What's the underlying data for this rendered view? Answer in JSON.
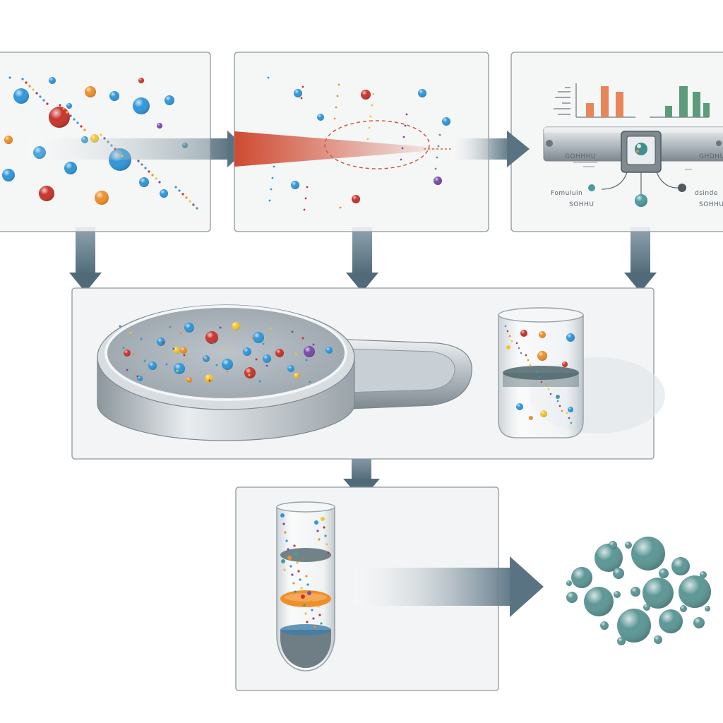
{
  "colors": {
    "panel_bg": "#f3f4f5",
    "panel_border": "#8e979e",
    "arrow_dark": "#5a7382",
    "arrow_light": "#e9eef1",
    "beam_red": "#cf4b32",
    "particle_blue": "#2f97d9",
    "particle_red": "#c8342c",
    "particle_orange": "#ee8f2a",
    "particle_yellow": "#f1c531",
    "particle_purple": "#7a4aa8",
    "particle_teal": "#4a9aa0",
    "cluster_teal": "#5c9796",
    "bar_orange": "#e8865a",
    "bar_green": "#5c9c7c",
    "metal_light": "#d8dde1",
    "metal_dark": "#8c969d"
  },
  "panels": {
    "particles": {
      "icon": "scattered-particles"
    },
    "beam": {
      "icon": "focused-beam-with-dashed-ellipse"
    },
    "analyzer": {
      "icon": "instrument-with-bar-charts",
      "label_left_1": "Fomuluin",
      "label_left_2": "SOHHU",
      "label_right_1": "dsinde",
      "label_right_2": "SOHHU",
      "small_label_1": "GOHHHU",
      "small_label_2": "GHDHU"
    },
    "collection": {
      "icon": "petri-dish-and-beaker"
    },
    "separation": {
      "icon": "test-tube-layers-and-particle-cluster"
    }
  }
}
